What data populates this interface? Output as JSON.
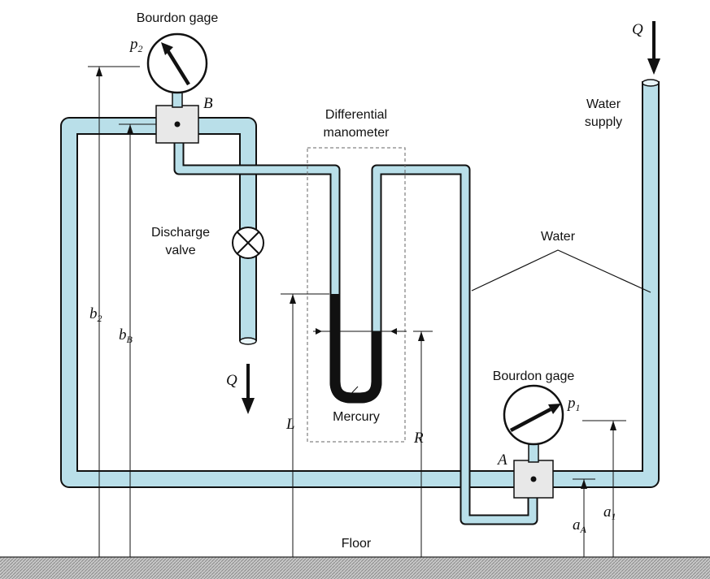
{
  "labels": {
    "gage_top": "Bourdon gage",
    "p2": "p",
    "p2_sub": "2",
    "B": "B",
    "diff_manometer_l1": "Differential",
    "diff_manometer_l2": "manometer",
    "water_supply_l1": "Water",
    "water_supply_l2": "supply",
    "water": "Water",
    "discharge_l1": "Discharge",
    "discharge_l2": "valve",
    "Q_top": "Q",
    "Q_mid": "Q",
    "b2": "b",
    "b2_sub": "2",
    "bB": "b",
    "bB_sub": "B",
    "L": "L",
    "R": "R",
    "mercury": "Mercury",
    "gage_bottom": "Bourdon gage",
    "p1": "p",
    "p1_sub": "1",
    "A": "A",
    "a1": "a",
    "a1_sub": "1",
    "aA": "a",
    "aA_sub": "A",
    "floor": "Floor"
  },
  "colors": {
    "water": "#b9dfe9",
    "mercury": "#111111",
    "floor": "#b8b8b8"
  }
}
